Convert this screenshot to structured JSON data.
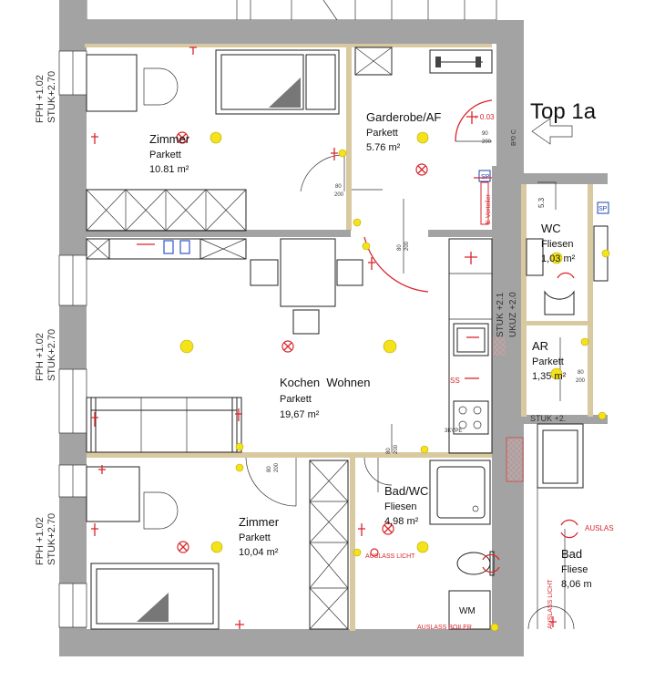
{
  "unit": {
    "name": "Top 1a"
  },
  "rooms": [
    {
      "id": "zimmer1",
      "name": "Zimmer",
      "floor": "Parkett",
      "area": "10.81 m²"
    },
    {
      "id": "garderobe",
      "name": "Garderobe/AF",
      "floor": "Parkett",
      "area": "5.76 m²"
    },
    {
      "id": "kochen",
      "name": "Kochen  Wohnen",
      "floor": "Parkett",
      "area": "19,67 m²"
    },
    {
      "id": "zimmer2",
      "name": "Zimmer",
      "floor": "Parkett",
      "area": "10,04 m²"
    },
    {
      "id": "badwc",
      "name": "Bad/WC",
      "floor": "Fliesen",
      "area": "4,98 m²"
    },
    {
      "id": "wc",
      "name": "WC",
      "floor": "Fliesen",
      "area": "1,03 m²"
    },
    {
      "id": "ar",
      "name": "AR",
      "floor": "Parkett",
      "area": "1,35 m²"
    },
    {
      "id": "bad2",
      "name": "Bad",
      "floor": "Fliese",
      "area": "8,06 m"
    }
  ],
  "levels": {
    "fph1": "FPH +1.02",
    "stuk1": "STUK+2.70",
    "fph2": "FPH +1.02",
    "stuk2": "STUK+2.70",
    "fph3": "FPH +1.02",
    "stuk3": "STUK+2.70",
    "stuk_right": "STUK +2.1",
    "uku": "UKUZ +2.0",
    "stuk_lower": "STUK +2."
  },
  "annotations": {
    "elevation": "+ 0.03",
    "door_90_200": "90\n200",
    "door_80_200": "80\n200",
    "door_b4": "80\n200",
    "ehverteiler": "E-Verteiler",
    "sp1": "SP",
    "sp2": "SP",
    "bax": "B²0 C",
    "auslass_licht1": "AUSLASS LICHT",
    "auslass_licht2": "AUSLASS LICHT",
    "auslass_boiler": "AUSLASS BOILER",
    "auslass_right": "AUSLAS",
    "wm": "WM",
    "ss": "SS",
    "kvpe": "3KVPE",
    "cont": "5.3"
  }
}
